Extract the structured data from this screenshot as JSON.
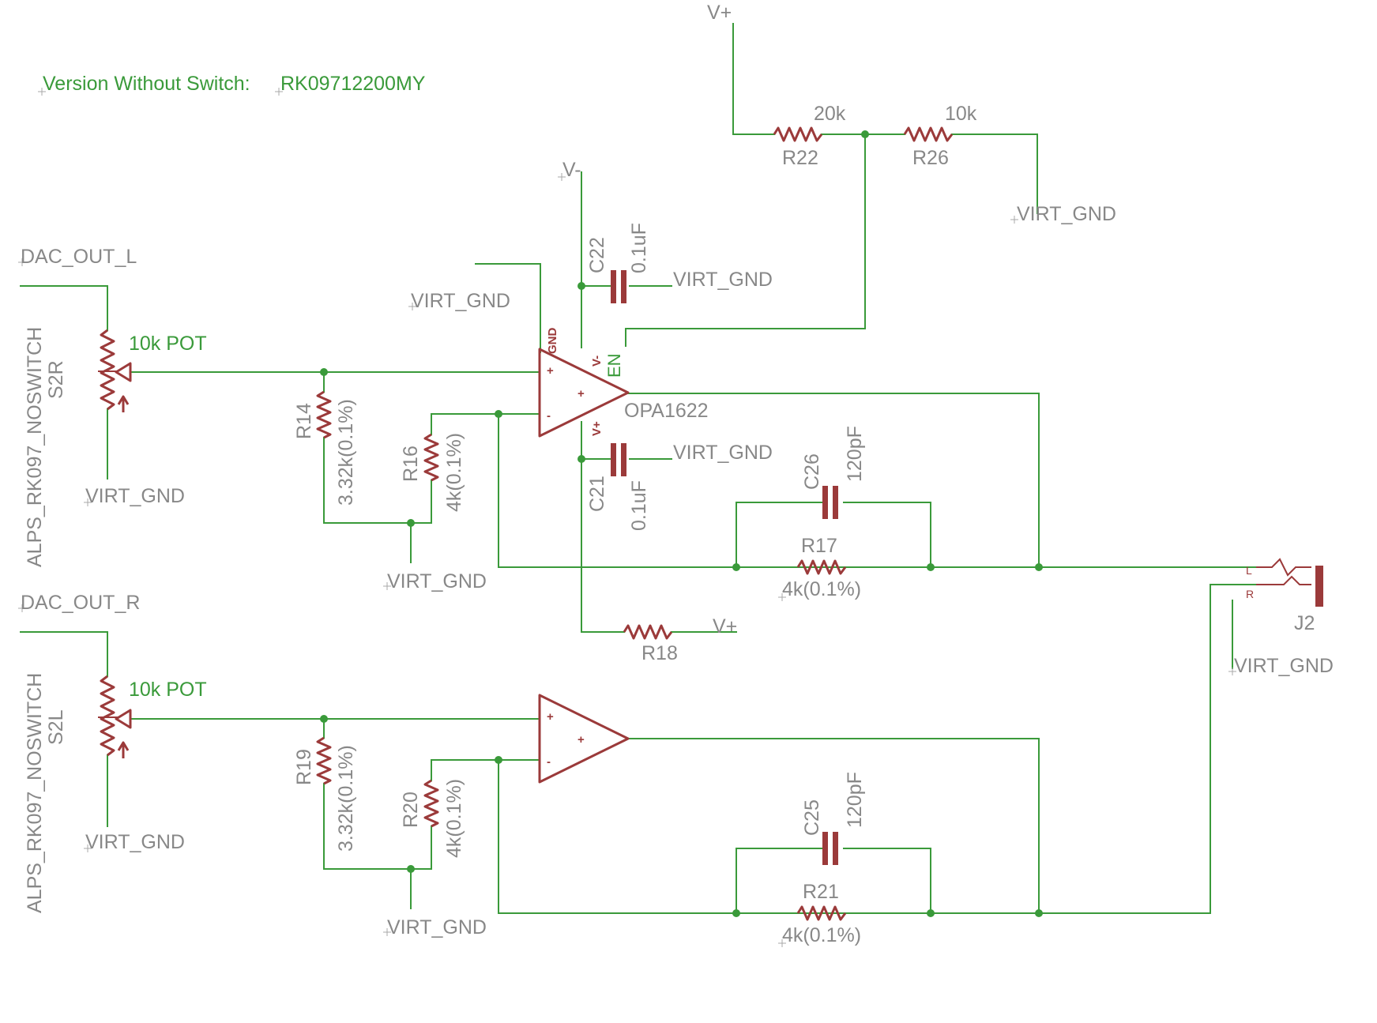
{
  "version_note": {
    "label": "Version Without Switch:",
    "part": "RK09712200MY"
  },
  "nets": {
    "vplus_top": "V+",
    "vminus": "V-",
    "vplus_r18": "V+",
    "virt_gnd": "VIRT_GND",
    "dac_out_l": "DAC_OUT_L",
    "dac_out_r": "DAC_OUT_R"
  },
  "pots": [
    {
      "ref": "S2R",
      "part": "ALPS_RK097_NOSWITCH",
      "value": "10k POT"
    },
    {
      "ref": "S2L",
      "part": "ALPS_RK097_NOSWITCH",
      "value": "10k POT"
    }
  ],
  "resistors": [
    {
      "ref": "R22",
      "value": "20k"
    },
    {
      "ref": "R26",
      "value": "10k"
    },
    {
      "ref": "R14",
      "value": "3.32k(0.1%)"
    },
    {
      "ref": "R16",
      "value": "4k(0.1%)"
    },
    {
      "ref": "R17",
      "value": "4k(0.1%)"
    },
    {
      "ref": "R18",
      "value": ""
    },
    {
      "ref": "R19",
      "value": "3.32k(0.1%)"
    },
    {
      "ref": "R20",
      "value": "4k(0.1%)"
    },
    {
      "ref": "R21",
      "value": "4k(0.1%)"
    }
  ],
  "capacitors": [
    {
      "ref": "C22",
      "value": "0.1uF"
    },
    {
      "ref": "C21",
      "value": "0.1uF"
    },
    {
      "ref": "C26",
      "value": "120pF"
    },
    {
      "ref": "C25",
      "value": "120pF"
    }
  ],
  "opamp": {
    "ref": "OPA1622",
    "pins": {
      "gnd": "GND",
      "vminus": "V-",
      "en": "EN",
      "vplus": "V+",
      "plus": "+",
      "minus": "-"
    }
  },
  "jack": {
    "ref": "J2",
    "left": "L",
    "right": "R"
  },
  "colors": {
    "wire": "#3a9a3a",
    "symbol": "#9b3a3a",
    "label": "#888888",
    "title": "#3a9a3a"
  }
}
